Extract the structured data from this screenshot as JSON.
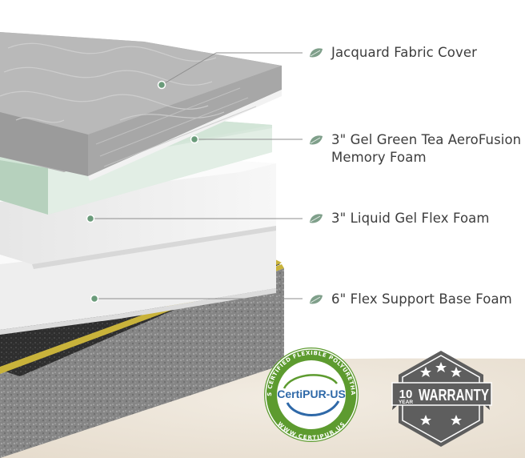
{
  "layers": [
    {
      "line1": "Jacquard Fabric Cover",
      "line2": ""
    },
    {
      "line1": "3\" Gel Green Tea AeroFusion",
      "line2": "Memory Foam"
    },
    {
      "line1": "3\" Liquid Gel Flex Foam",
      "line2": ""
    },
    {
      "line1": "6\" Flex Support Base Foam",
      "line2": ""
    }
  ],
  "certification_badge": {
    "brand": "CertiPUR-US",
    "ring_top": "CONTAINS CERTIFIED FLEXIBLE POLYURETHANE FOAM",
    "ring_bottom": "WWW.CERTIPUR.US"
  },
  "warranty_badge": {
    "years": "10",
    "year_label": "YEAR",
    "word": "WARRANTY"
  },
  "colors": {
    "cover_gray": "#a3a3a3",
    "gel_green": "#dbe9df",
    "flex_white": "#f3f3f3",
    "base_gray": "#8b8b8b",
    "base_trim": "#c9b33b",
    "cert_green": "#5d9b2f",
    "cert_blue": "#2f69a8",
    "warranty_gray": "#5e5e5e",
    "floor": "#ede6da"
  }
}
